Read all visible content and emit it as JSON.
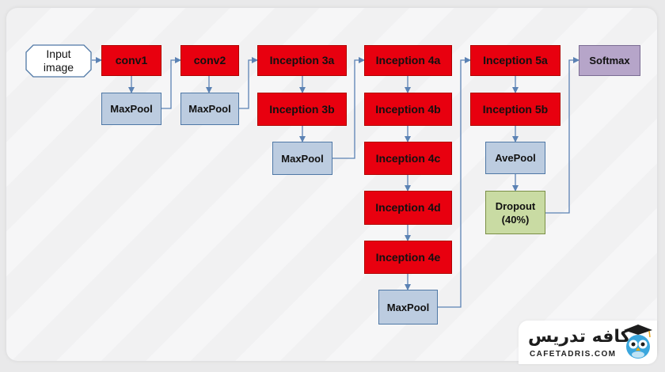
{
  "nodes": {
    "input": "Input\nimage",
    "conv1": "conv1",
    "maxpool1": "MaxPool",
    "conv2": "conv2",
    "maxpool2": "MaxPool",
    "inception3a": "Inception 3a",
    "inception3b": "Inception 3b",
    "maxpool3": "MaxPool",
    "inception4a": "Inception 4a",
    "inception4b": "Inception 4b",
    "inception4c": "Inception 4c",
    "inception4d": "Inception 4d",
    "inception4e": "Inception 4e",
    "maxpool4": "MaxPool",
    "inception5a": "Inception 5a",
    "inception5b": "Inception 5b",
    "avepool": "AvePool",
    "dropout": "Dropout\n(40%)",
    "softmax": "Softmax"
  },
  "colors": {
    "inception_red": "#e8000f",
    "pool_blue": "#bccce0",
    "dropout_green": "#c9dba3",
    "softmax_purple": "#b6a5c9",
    "arrow_blue": "#5b82b4"
  },
  "logo": {
    "name": "کافه تدریس",
    "subtitle": "CAFETADRIS.COM",
    "icon": "owl-graduate-icon"
  }
}
